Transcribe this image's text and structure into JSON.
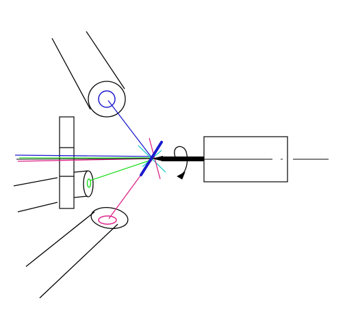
{
  "diagram": {
    "colors": {
      "background": "#ffffff",
      "outline": "#000000",
      "blue_beam": "#1a1acc",
      "green_beam": "#22dd22",
      "magenta_beam": "#dd2288",
      "cyan_beam": "#22cccc",
      "mirror": "#1a1acc"
    },
    "parts": [
      "top-tube",
      "blue-port",
      "plate-holder",
      "small-tube",
      "green-port",
      "bottom-tube",
      "magenta-port",
      "tilted-mirror",
      "drive-shaft",
      "rotation-arrow-icon",
      "motor-box",
      "optical-axis"
    ]
  }
}
